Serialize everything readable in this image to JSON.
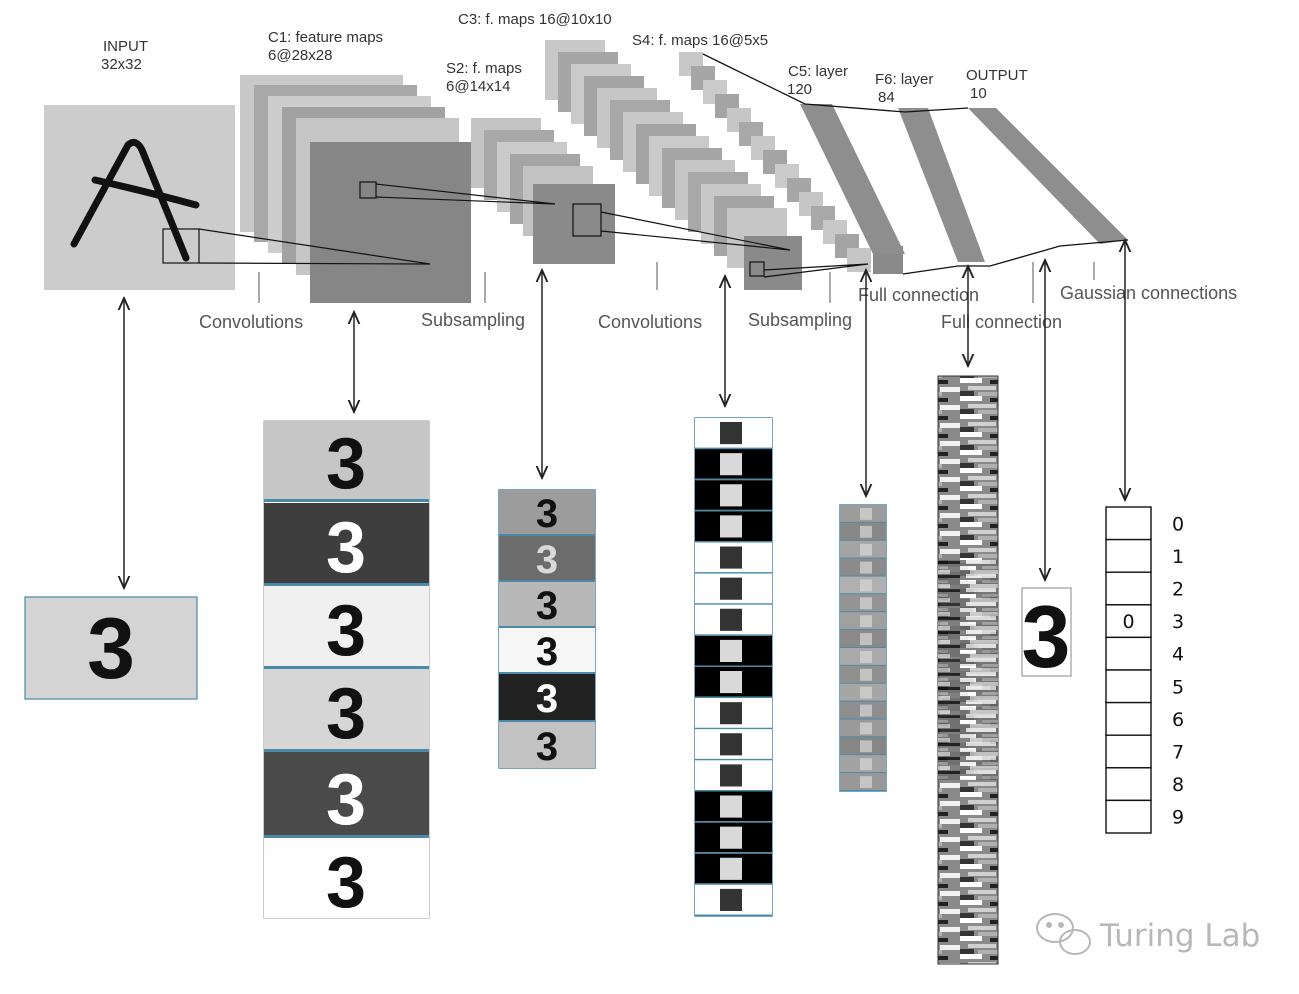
{
  "architecture": {
    "input": {
      "title": "INPUT",
      "size": "32x32"
    },
    "c1": {
      "title": "C1: feature maps",
      "size": "6@28x28"
    },
    "s2": {
      "title": "S2: f. maps",
      "size": "6@14x14"
    },
    "c3": {
      "title": "C3: f. maps 16@10x10"
    },
    "s4": {
      "title": "S4: f. maps 16@5x5"
    },
    "c5": {
      "title": "C5: layer",
      "size": "120"
    },
    "f6": {
      "title": "F6: layer",
      "size": "84"
    },
    "output": {
      "title": "OUTPUT",
      "size": "10"
    },
    "operations": {
      "conv1": "Convolutions",
      "sub1": "Subsampling",
      "conv2": "Convolutions",
      "sub2": "Subsampling",
      "full1": "Full connection",
      "full2": "Full connection",
      "gauss": "Gaussian connections"
    }
  },
  "activations": {
    "input_digit": "3",
    "c1_map_count": 6,
    "s2_map_count": 6,
    "c3_map_count": 16,
    "s4_map_count": 16,
    "rbf_digit": "3"
  },
  "output_vector": {
    "labels": [
      "0",
      "1",
      "2",
      "3",
      "4",
      "5",
      "6",
      "7",
      "8",
      "9"
    ],
    "active_index": 3,
    "active_value": "0"
  },
  "watermark": {
    "text": "Turing Lab"
  },
  "colors": {
    "map_light": "#c8c8c8",
    "map_mid": "#a4a4a4",
    "map_dark": "#7c7c7c",
    "frame_blue": "#4a8aa8",
    "arrow": "#222222"
  }
}
